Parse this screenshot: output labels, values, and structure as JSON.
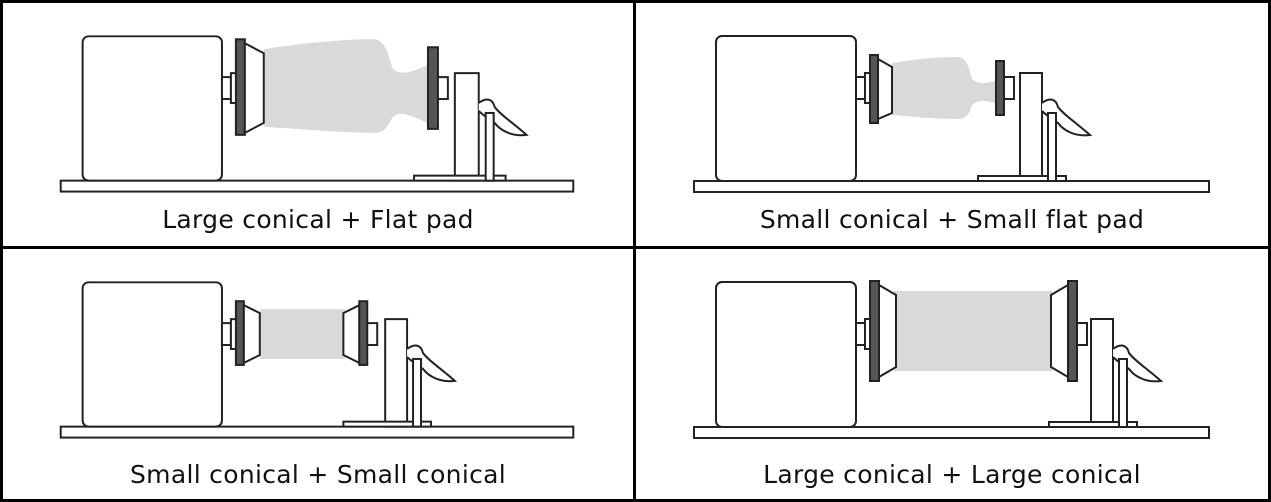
{
  "panels": [
    {
      "caption": "Large conical + Flat pad",
      "left_tool": "large-conical",
      "right_tool": "flat-pad"
    },
    {
      "caption": "Small conical + Small flat pad",
      "left_tool": "small-conical",
      "right_tool": "small-flat-pad"
    },
    {
      "caption": "Small conical + Small conical",
      "left_tool": "small-conical",
      "right_tool": "small-conical"
    },
    {
      "caption": "Large conical + Large conical",
      "left_tool": "large-conical",
      "right_tool": "large-conical"
    }
  ],
  "colors": {
    "line": "#222222",
    "specimen": "#d9d9d9",
    "platen": "#555555"
  }
}
